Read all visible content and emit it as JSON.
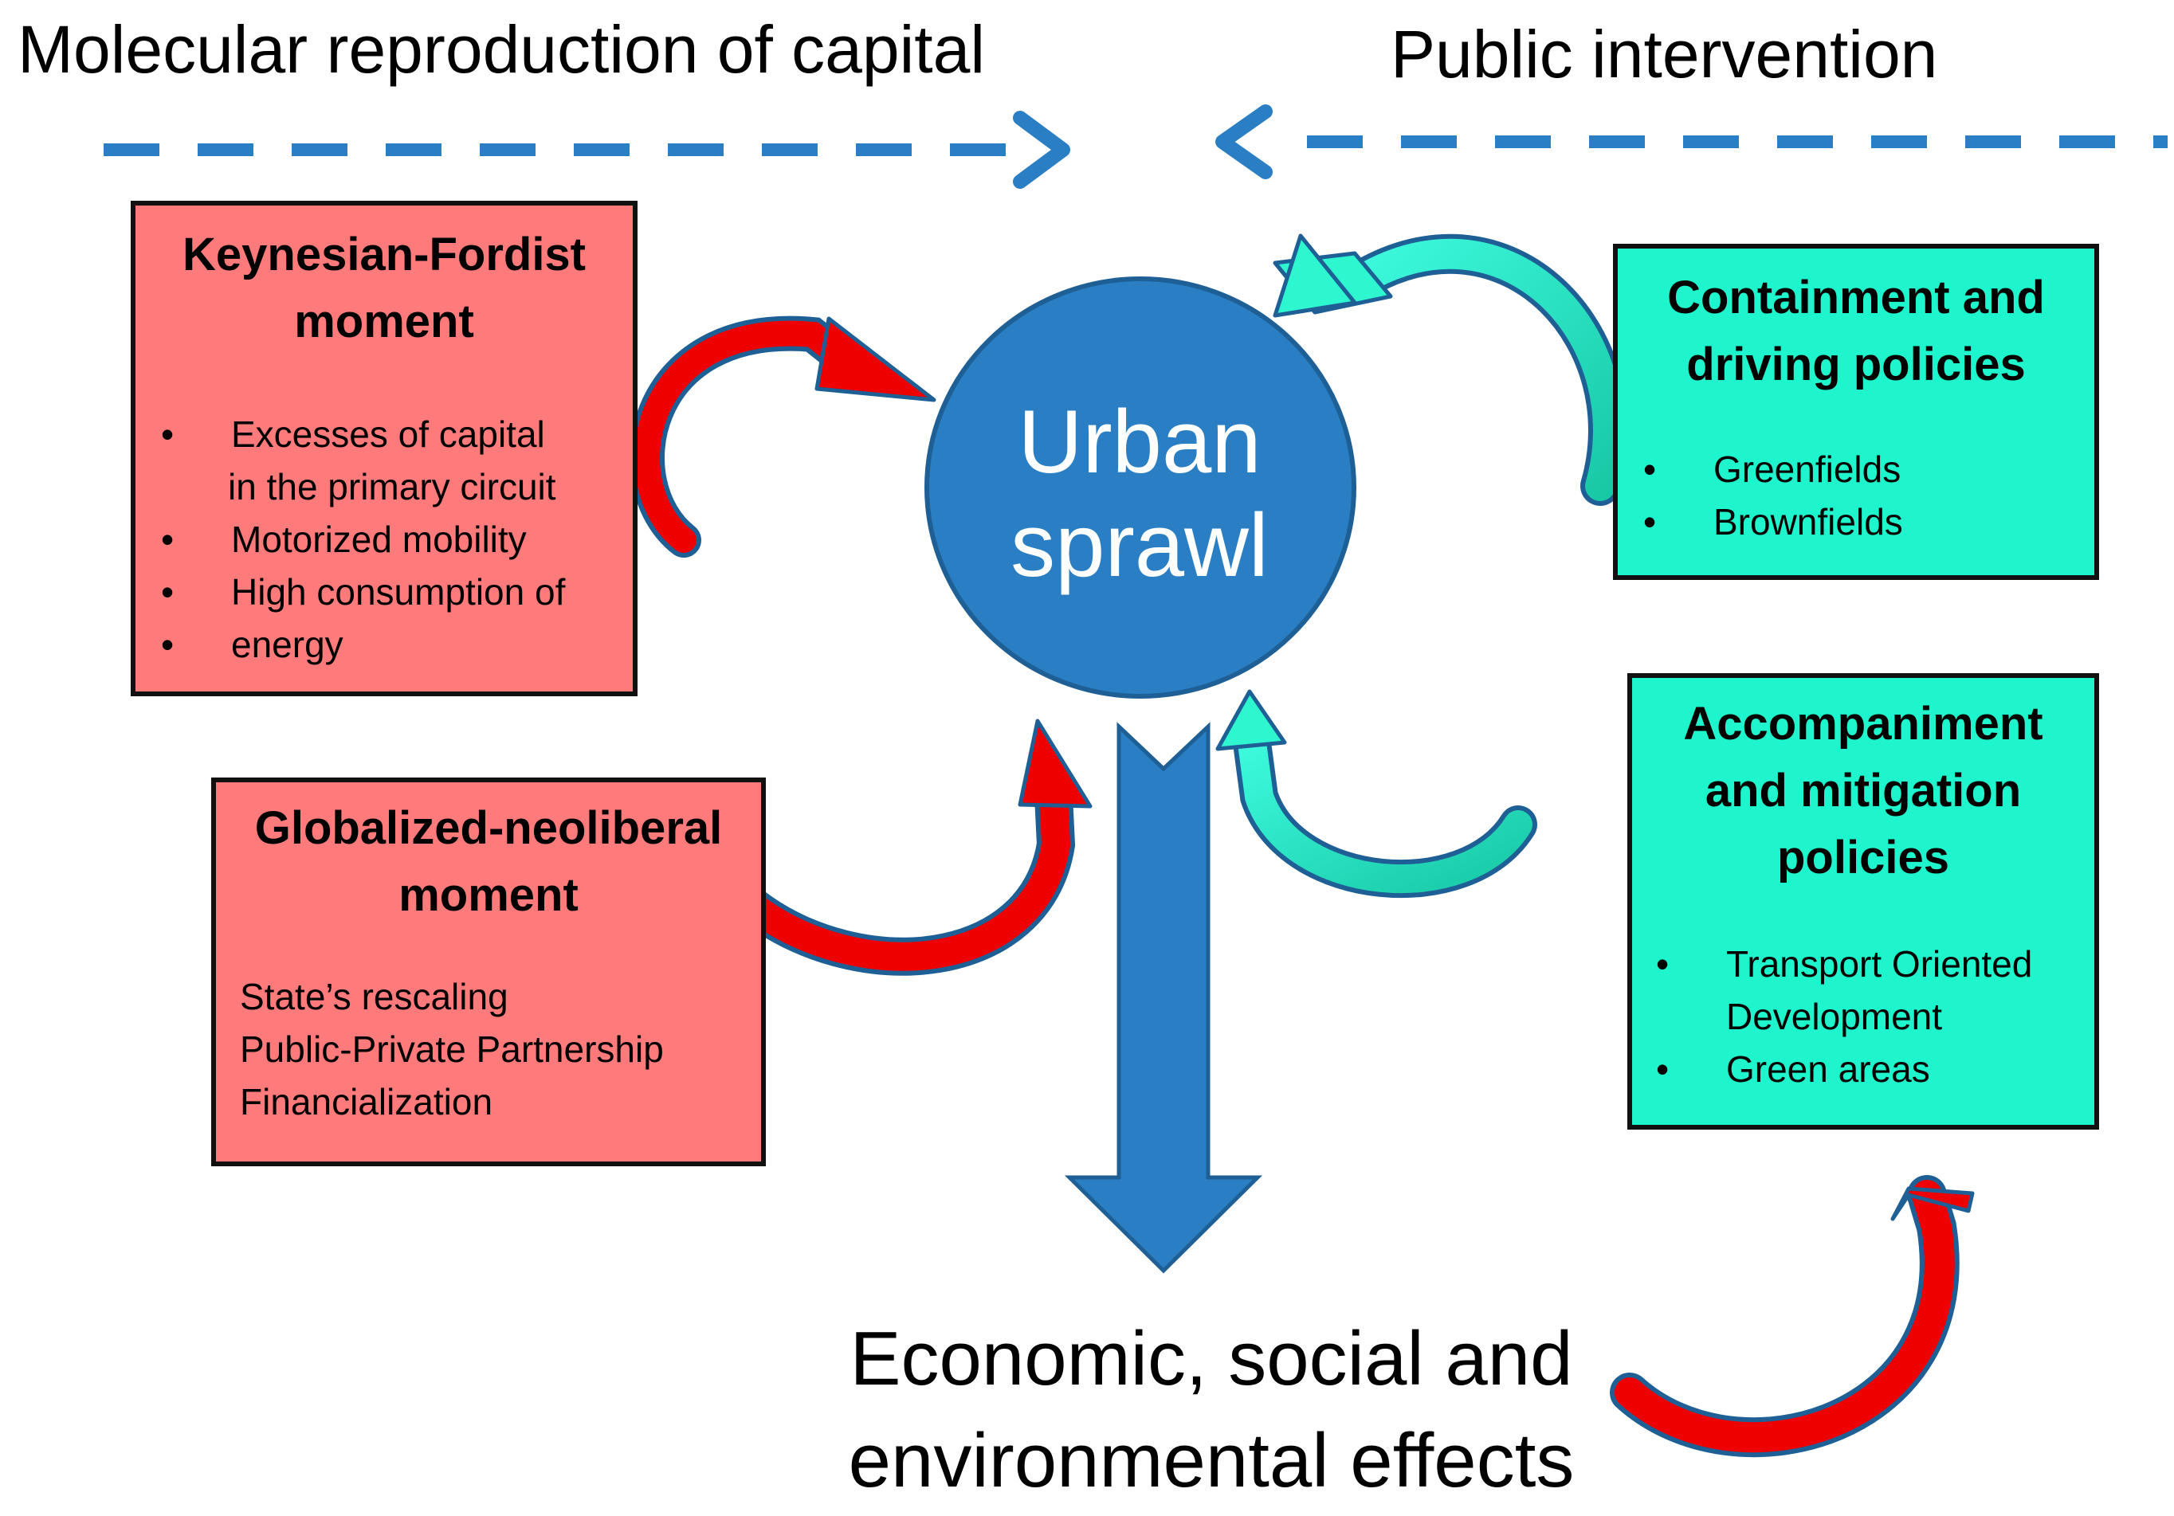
{
  "headings": {
    "left": "Molecular reproduction of capital",
    "right": "Public intervention"
  },
  "center": {
    "line1": "Urban",
    "line2": "sprawl"
  },
  "effects": {
    "line1": "Economic, social and",
    "line2": "environmental effects"
  },
  "boxes": {
    "keynesian": {
      "title_line1": "Keynesian-Fordist",
      "title_line2": "moment",
      "items": [
        "Excesses of capital",
        "in the primary circuit",
        "Motorized mobility",
        "High consumption of",
        "energy"
      ]
    },
    "globalized": {
      "title_line1": "Globalized-neoliberal",
      "title_line2": "moment",
      "lines": [
        "State’s rescaling",
        "Public-Private Partnership",
        "Financialization"
      ]
    },
    "containment": {
      "title_line1": "Containment and",
      "title_line2": "driving policies",
      "items": [
        "Greenfields",
        "Brownfields"
      ]
    },
    "accompaniment": {
      "title_line1": "Accompaniment",
      "title_line2": "and mitigation",
      "title_line3": "policies",
      "items": [
        "Transport Oriented",
        "Development",
        "Green areas"
      ]
    }
  },
  "colors": {
    "red_box": "#ff7b7b",
    "teal_box": "#1ef5cc",
    "blue": "#2a7fc4",
    "red_arrow": "#ee0000",
    "teal_arrow": "#2ef7d0"
  }
}
